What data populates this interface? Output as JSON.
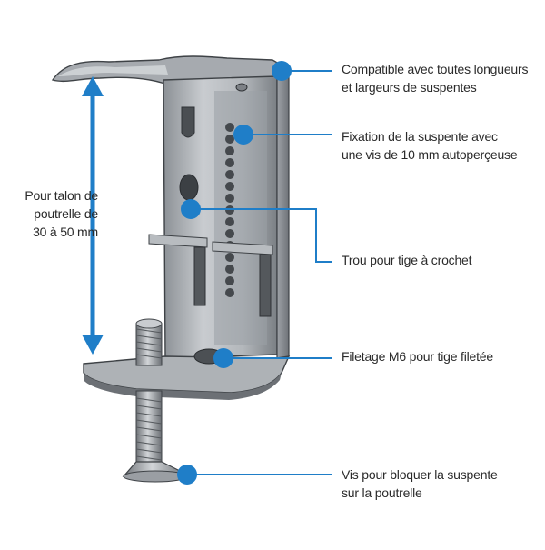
{
  "colors": {
    "accent": "#1f7ec8",
    "metal": "#a9adb2",
    "metal_dark": "#5d6166",
    "text": "#2a2a2a"
  },
  "callouts": {
    "compatible": [
      "Compatible avec toutes longueurs",
      "et largeurs de suspentes"
    ],
    "fixation": [
      "Fixation de la suspente avec",
      "une vis de 10 mm autoperçeuse"
    ],
    "trou": [
      "Trou pour tige à crochet"
    ],
    "filetage": [
      "Filetage M6 pour tige filetée"
    ],
    "vis": [
      "Vis pour bloquer la suspente",
      "sur la poutrelle"
    ]
  },
  "dimension": {
    "label": [
      "Pour talon de",
      "poutrelle de",
      "30 à 50 mm"
    ]
  }
}
